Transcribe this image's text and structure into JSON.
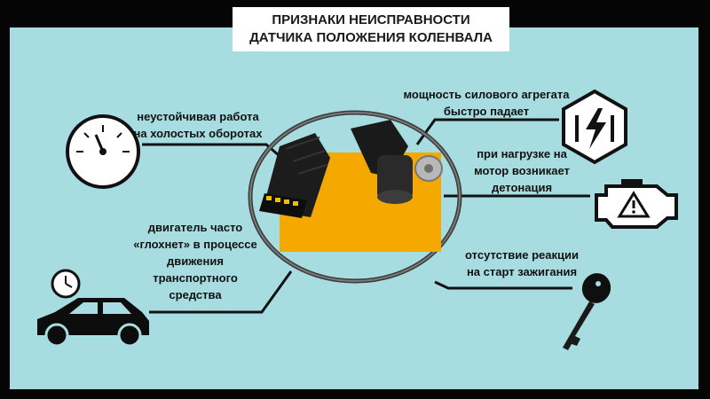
{
  "title": {
    "line1": "ПРИЗНАКИ НЕИСПРАВНОСТИ",
    "line2": "ДАТЧИКА ПОЛОЖЕНИЯ КОЛЕНВАЛА"
  },
  "symptoms": {
    "idle": [
      "неустойчивая работа",
      "на холостых оборотах"
    ],
    "stall": [
      "двигатель часто",
      "«глохнет» в процессе",
      "движения",
      "транспортного",
      "средства"
    ],
    "power": [
      "мощность силового агрегата",
      "быстро падает"
    ],
    "detonation": [
      "при нагрузке на",
      "мотор возникает",
      "детонация"
    ],
    "ignition": [
      "отсутствие реакции",
      "на старт зажигания"
    ]
  },
  "icons": {
    "idle": "tachometer-gauge-icon",
    "stall": "car-with-clock-icon",
    "power": "battery-lightning-icon",
    "detonation": "check-engine-icon",
    "ignition": "ignition-key-icon",
    "center": "crankshaft-sensor-image"
  },
  "colors": {
    "background": "#a7dde0",
    "sensor_block": "#f5a800",
    "lines": "#111111"
  }
}
